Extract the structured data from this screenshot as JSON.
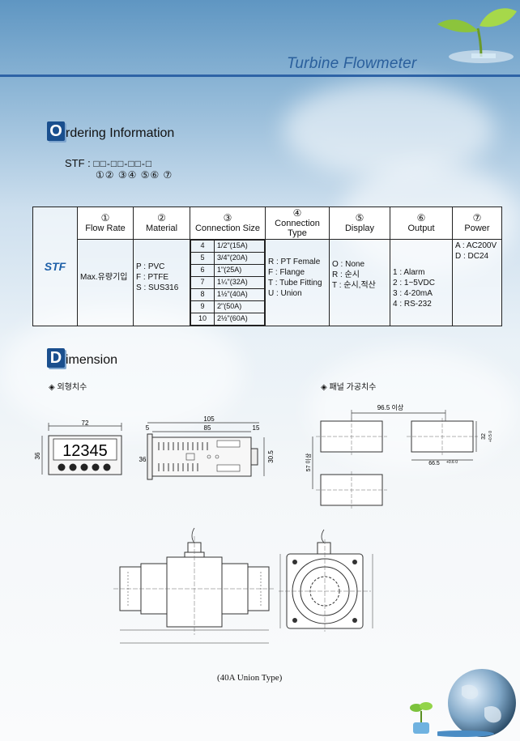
{
  "header": {
    "title": "Turbine Flowmeter"
  },
  "ordering": {
    "heading_letter": "O",
    "heading_rest": "rdering Information",
    "code_prefix": "STF :",
    "code_boxes": "□□-□□-□□-□",
    "code_numbers": "①② ③④ ⑤⑥ ⑦"
  },
  "table": {
    "headers": [
      {
        "num": "①",
        "label": "Flow Rate"
      },
      {
        "num": "②",
        "label": "Material"
      },
      {
        "num": "③",
        "label": "Connection Size"
      },
      {
        "num": "④",
        "label": "Connection Type"
      },
      {
        "num": "⑤",
        "label": "Display"
      },
      {
        "num": "⑥",
        "label": "Output"
      },
      {
        "num": "⑦",
        "label": "Power"
      }
    ],
    "model": "STF",
    "flow_rate": "Max.유량기입",
    "materials": [
      "P : PVC",
      "F : PTFE",
      "S : SUS316"
    ],
    "sizes": [
      {
        "code": "4",
        "size": "1/2\"(15A)"
      },
      {
        "code": "5",
        "size": "3/4\"(20A)"
      },
      {
        "code": "6",
        "size": "1\"(25A)"
      },
      {
        "code": "7",
        "size": "1¼\"(32A)"
      },
      {
        "code": "8",
        "size": "1½\"(40A)"
      },
      {
        "code": "9",
        "size": "2\"(50A)"
      },
      {
        "code": "10",
        "size": "2½\"(60A)"
      }
    ],
    "connection_types": [
      "R : PT Female",
      "F : Flange",
      "T : Tube Fitting",
      "U : Union"
    ],
    "displays": [
      "O : None",
      "R : 순시",
      "T : 순시,적산"
    ],
    "outputs": [
      "1 : Alarm",
      "2 : 1~5VDC",
      "3 : 4-20mA",
      "4 : RS-232"
    ],
    "powers": [
      "A : AC200V",
      "D : DC24"
    ]
  },
  "dimension": {
    "heading_letter": "D",
    "heading_rest": "imension",
    "sub_left": "◈ 외형치수",
    "sub_right": "◈ 패널 가공치수",
    "front": {
      "width": "72",
      "height": "36",
      "display_value": "12345"
    },
    "side": {
      "total": "105",
      "body": "85",
      "front": "5",
      "rear": "15",
      "height": "36",
      "conn_height": "30.5"
    },
    "panel": {
      "spacing": "96.5 이상",
      "vert_spacing": "57 이상",
      "cut_w": "66.5",
      "cut_w_tol": "+0.6 0",
      "cut_h": "32",
      "cut_h_tol": "+0.5 0"
    },
    "caption": "(40A Union Type)"
  }
}
